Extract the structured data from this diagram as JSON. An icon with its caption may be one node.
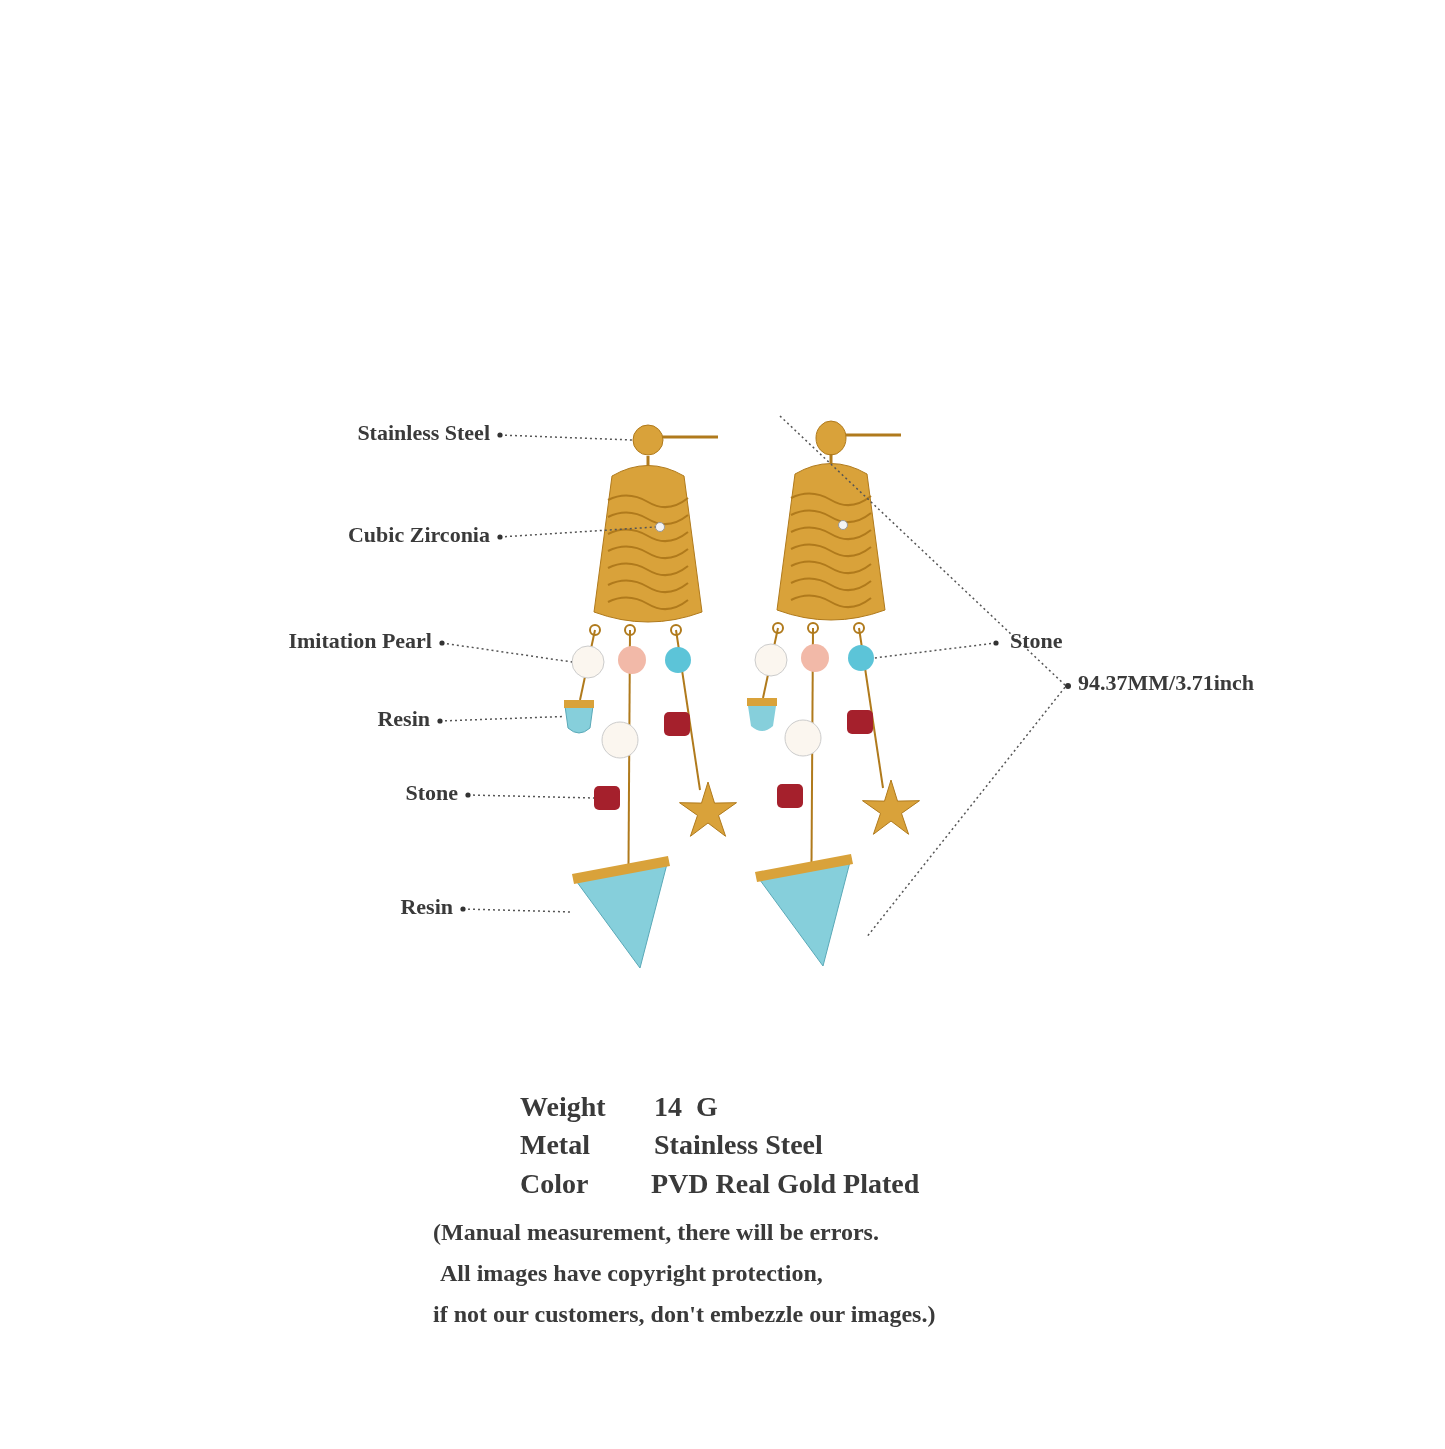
{
  "diagram": {
    "nodes": [
      {
        "text": [
          "Stainless Steel"
        ]
      },
      {
        "text": [
          "Cubic Zirconia"
        ]
      },
      {
        "text": [
          "Imitation Pearl"
        ]
      },
      {
        "text": [
          "Resin"
        ]
      },
      {
        "text": [
          "Stone"
        ]
      },
      {
        "text": [
          "Resin"
        ]
      },
      {
        "text": [
          "Stone"
        ]
      },
      {
        "text": [],
        "shape": "circle"
      },
      {
        "text": [],
        "shape": "circle"
      },
      {
        "text": [],
        "shape": "circle"
      },
      {
        "text": [],
        "shape": "cone"
      },
      {
        "text": [],
        "shape": "box"
      },
      {
        "text": [],
        "shape": "triangle"
      },
      {
        "text": [],
        "shape": "circle"
      }
    ],
    "edges": [
      {
        "from": 0,
        "to": 7,
        "arrow": "other",
        "style": "dashed"
      },
      {
        "from": 1,
        "to": 8,
        "arrow": "other",
        "style": "dashed"
      },
      {
        "from": 2,
        "to": 9,
        "arrow": "other",
        "style": "dashed"
      },
      {
        "from": 3,
        "to": 10,
        "arrow": "other",
        "style": "dashed"
      },
      {
        "from": 4,
        "to": 11,
        "arrow": "other",
        "style": "dashed"
      },
      {
        "from": 5,
        "to": 12,
        "arrow": "other",
        "style": "dashed"
      },
      {
        "from": 6,
        "to": 13,
        "arrow": "other",
        "style": "dashed"
      }
    ],
    "labels": [
      "94.37MM/3.71inch",
      "Weight",
      "14  G",
      "Metal",
      "Stainless Steel",
      "Color",
      "PVD Real Gold Plated",
      "(Manual measurement, there will be errors.",
      "All images have copyright protection,",
      "if not our customers, don't embezzle our images.)"
    ]
  }
}
